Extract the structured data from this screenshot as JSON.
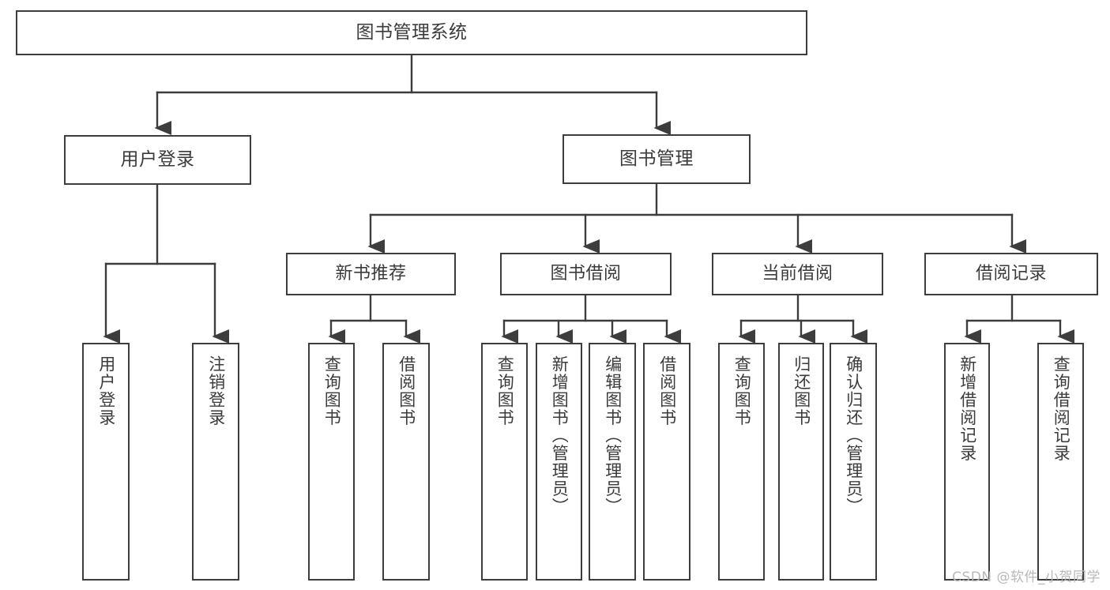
{
  "diagram": {
    "type": "tree",
    "title": "图书管理系统",
    "stroke_color": "#3d3d3d",
    "text_color": "#3b3b3b",
    "background": "#ffffff"
  },
  "nodes": {
    "root": {
      "label": "图书管理系统"
    },
    "level1": [
      {
        "id": "user-login",
        "label": "用户登录"
      },
      {
        "id": "book-management",
        "label": "图书管理"
      }
    ],
    "level2": [
      {
        "id": "new-book-recommend",
        "label": "新书推荐"
      },
      {
        "id": "book-borrow",
        "label": "图书借阅"
      },
      {
        "id": "current-borrow",
        "label": "当前借阅"
      },
      {
        "id": "borrow-record",
        "label": "借阅记录"
      }
    ],
    "leaves": {
      "user_login": [
        {
          "id": "leaf-user-login",
          "label": "用户登录"
        },
        {
          "id": "leaf-logout-login",
          "label": "注销登录"
        }
      ],
      "new_book_recommend": [
        {
          "id": "leaf-query-book-1",
          "label": "查询图书"
        },
        {
          "id": "leaf-borrow-book-1",
          "label": "借阅图书"
        }
      ],
      "book_borrow": [
        {
          "id": "leaf-query-book-2",
          "label": "查询图书"
        },
        {
          "id": "leaf-add-book",
          "label": "新增图书（管理员）"
        },
        {
          "id": "leaf-edit-book",
          "label": "编辑图书（管理员）"
        },
        {
          "id": "leaf-borrow-book-2",
          "label": "借阅图书"
        }
      ],
      "current_borrow": [
        {
          "id": "leaf-query-book-3",
          "label": "查询图书"
        },
        {
          "id": "leaf-return-book",
          "label": "归还图书"
        },
        {
          "id": "leaf-confirm-return",
          "label": "确认归还（管理员）"
        }
      ],
      "borrow_record": [
        {
          "id": "leaf-add-record",
          "label": "新增借阅记录"
        },
        {
          "id": "leaf-query-record",
          "label": "查询借阅记录"
        }
      ]
    }
  },
  "watermark": {
    "text": "CSDN @软件_小贺同学"
  }
}
